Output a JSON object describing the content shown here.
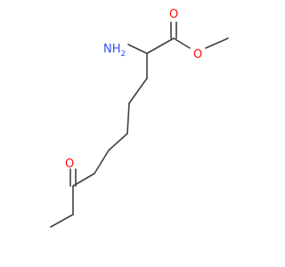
{
  "molecule": {
    "atoms": {
      "amine": {
        "label": "NH",
        "subscript": "2",
        "color": "#3050f8"
      },
      "ester_carbonyl_oxygen": {
        "label": "O",
        "color": "#ff0d0d"
      },
      "ester_single_oxygen": {
        "label": "O",
        "color": "#ff0d0d"
      },
      "ketone_oxygen": {
        "label": "O",
        "color": "#ff0d0d"
      }
    },
    "bond_color": "#404040"
  }
}
